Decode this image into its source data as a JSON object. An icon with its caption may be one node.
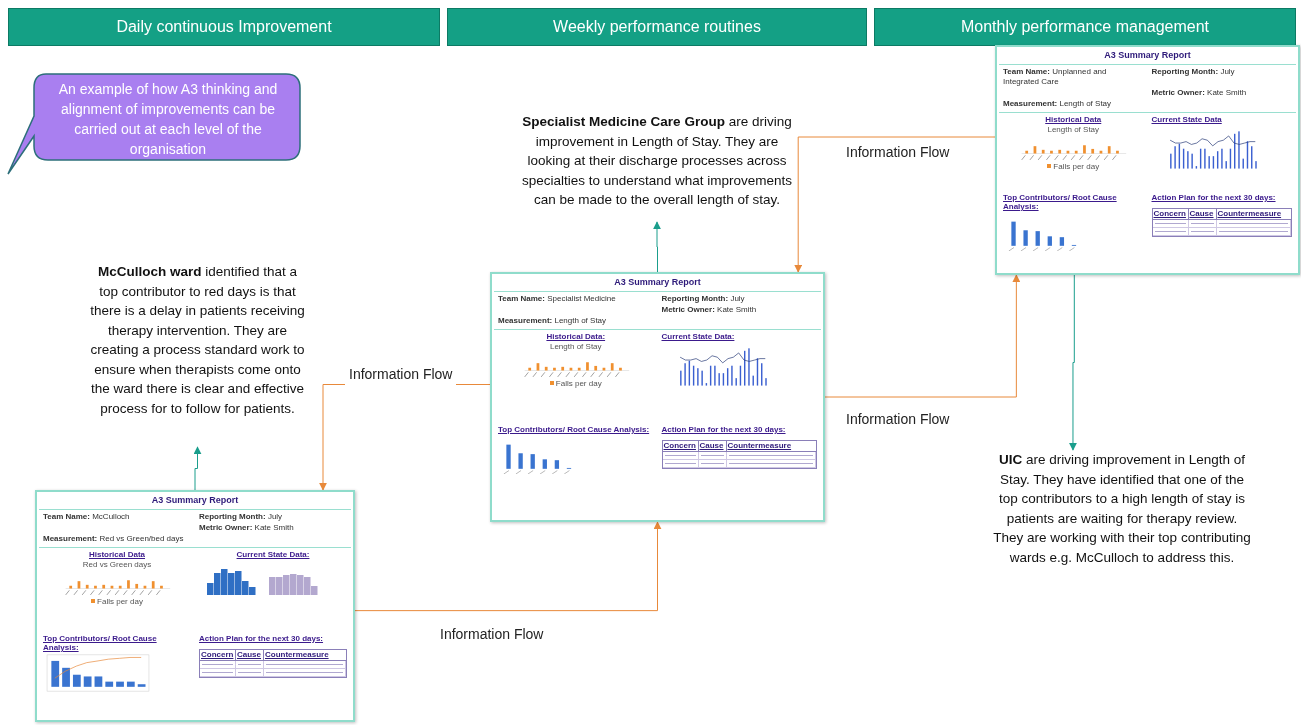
{
  "diagram": {
    "nodes": [
      {
        "text": [
          "Daily continuous Improvement"
        ]
      },
      {
        "text": [
          "Weekly performance routines"
        ]
      },
      {
        "text": [
          "Monthly performance management"
        ]
      },
      {
        "text": [
          "An example of how A3 thinking and alignment of improvements can be carried out at each level of the organisation"
        ]
      },
      {
        "text": [
          "**McCulloch ward** identified that a top contributor to red days is that there is a delay in patients receiving therapy intervention. They are creating a process standard work to ensure when therapists come onto the ward there is clear and effective process for to follow for patients."
        ]
      },
      {
        "text": [
          "A3 Summary Report",
          "**Team Name:** McCulloch",
          "**Reporting Month:** July",
          "**Metric Owner:** Kate Smith",
          "**Measurement:** Red vs Green/bed days",
          "Historical Data",
          "Red vs Green days",
          "Falls per day",
          "Current State Data:",
          "Top Contributors/ Root Cause Analysis:",
          "Action Plan for the next 30 days:",
          "Concern",
          "Cause",
          "Countermeasure"
        ]
      },
      {
        "text": [
          "**Specialist Medicine Care Group** are driving improvement in Length of Stay. They are looking at their discharge processes across specialties to understand what improvements can be made to the overall length of stay."
        ]
      },
      {
        "text": [
          "A3 Summary Report",
          "**Team Name:** Specialist Medicine",
          "**Reporting Month:** July",
          "**Metric Owner:** Kate Smith",
          "**Measurement:** Length of Stay",
          "Historical Data:",
          "Length of Stay",
          "Falls per day",
          "Current State Data:",
          "Top Contributors/ Root Cause Analysis:",
          "Action Plan for the next 30 days:",
          "Concern",
          "Cause",
          "Countermeasure"
        ]
      },
      {
        "text": [
          "A3 Summary Report",
          "**Team Name:** Unplanned and Integrated Care",
          "**Reporting Month:** July",
          "**Metric Owner:** Kate Smith",
          "**Measurement:** Length of Stay",
          "Historical Data",
          "Length of Stay",
          "Falls per day",
          "Current State Data",
          "Top Contributors/ Root Cause Analysis:",
          "Action Plan for the next 30 days:",
          "Concern",
          "Cause",
          "Countermeasure"
        ]
      },
      {
        "text": [
          "**UIC** are driving improvement in Length of Stay. They have identified that one of the top contributors to a high length of stay is patients are waiting for therapy review. They are working with their top contributing wards e.g. McCulloch to address this."
        ]
      }
    ],
    "edges": [
      {
        "from": 5,
        "to": 4,
        "arrow": "to",
        "color": "#1a9e8c"
      },
      {
        "from": 7,
        "to": 5,
        "arrow": "to",
        "label": "Information Flow"
      },
      {
        "from": 5,
        "to": 7,
        "arrow": "to",
        "label": "Information Flow"
      },
      {
        "from": 7,
        "to": 6,
        "arrow": "to",
        "color": "#1a9e8c"
      },
      {
        "from": 8,
        "to": 7,
        "arrow": "to",
        "label": "Information Flow"
      },
      {
        "from": 7,
        "to": 8,
        "arrow": "to",
        "label": "Information Flow"
      },
      {
        "from": 8,
        "to": 9,
        "arrow": "to",
        "color": "#1a9e8c"
      }
    ]
  }
}
